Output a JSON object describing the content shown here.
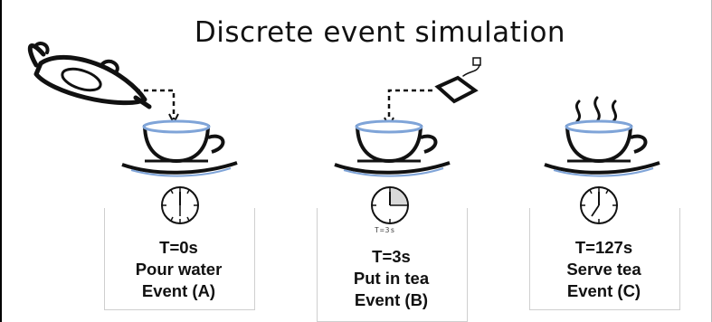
{
  "title": "Discrete event simulation",
  "events": [
    {
      "time": "T=0s",
      "action": "Pour water",
      "event": "Event (A)"
    },
    {
      "time": "T=3s",
      "action": "Put in tea",
      "event": "Event (B)"
    },
    {
      "time": "T=127s",
      "action": "Serve tea",
      "event": "Event (C)"
    }
  ],
  "clock_caption": "T=3s",
  "icons": [
    "teapot-icon",
    "teabag-icon",
    "teacup-icon",
    "steam-icon",
    "clock-icon"
  ],
  "colors": {
    "ink": "#111111",
    "cup_accent": "#7fa4d8",
    "clock_fill": "#d9d9d9"
  }
}
